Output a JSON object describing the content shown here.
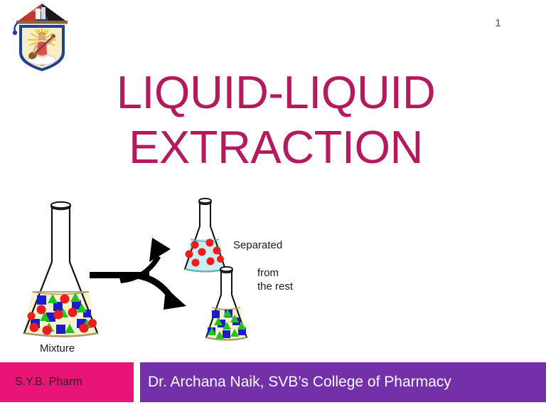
{
  "slide": {
    "number": "1",
    "title_line1": "LIQUID-LIQUID",
    "title_line2": "EXTRACTION",
    "title_color": "#b5195e",
    "background_color": "#ffffff"
  },
  "logo": {
    "name": "svb-college-crest",
    "cap_colors": [
      "#c0392b",
      "#1f3f8f",
      "#1a1a1a"
    ],
    "shield_border_color": "#1f3f8f",
    "shield_field_color": "#f7eec8",
    "rays_color": "#f2b705"
  },
  "illustration": {
    "name": "liquid-liquid-extraction-diagram",
    "labels": {
      "mixture": "Mixture",
      "separated": "Separated",
      "from_the_rest_line1": "from",
      "from_the_rest_line2": "the rest"
    },
    "colors": {
      "mixture_liquid": "#f7f2cf",
      "separated_liquid": "#cdeef0",
      "rest_liquid": "#f7f2cf",
      "square": "#1c1ccc",
      "triangle": "#22c422",
      "circle": "#ee1c1c",
      "glass_outline": "#111111",
      "arrow": "#000000"
    },
    "mixture_flask": {
      "contents": [
        "blue-squares",
        "green-triangles",
        "red-circles"
      ],
      "square_count": 8,
      "triangle_count": 8,
      "circle_count": 9
    },
    "separated_flask": {
      "contents": [
        "red-circles"
      ],
      "circle_count": 8
    },
    "rest_flask": {
      "contents": [
        "blue-squares",
        "green-triangles"
      ],
      "square_count": 7,
      "triangle_count": 8
    }
  },
  "footer": {
    "left_label": "S.Y.B. Pharm",
    "left_bg": "#e81577",
    "left_text_color": "#231f20",
    "right_label": "Dr. Archana Naik, SVB’s College of Pharmacy",
    "right_bg": "#7430a8",
    "right_text_color": "#ffffff"
  }
}
